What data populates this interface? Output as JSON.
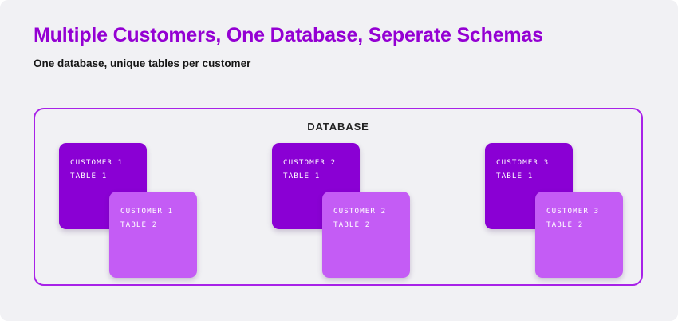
{
  "header": {
    "title": "Multiple Customers, One Database, Seperate Schemas",
    "subtitle": "One database, unique tables per customer",
    "title_color": "#9400d3",
    "subtitle_color": "#161616"
  },
  "diagram": {
    "container_label": "DATABASE",
    "container_border_color": "#a822e8",
    "background_color": "#f1f1f4",
    "primary_card_color": "#8a00d4",
    "secondary_card_color": "#c45cf5",
    "card_text_color": "#ffffff",
    "groups": [
      {
        "name": "customer-1",
        "cards": [
          {
            "customer": "CUSTOMER 1",
            "table": "TABLE 1",
            "variant": "primary"
          },
          {
            "customer": "CUSTOMER 1",
            "table": "TABLE 2",
            "variant": "secondary"
          }
        ]
      },
      {
        "name": "customer-2",
        "cards": [
          {
            "customer": "CUSTOMER 2",
            "table": "TABLE 1",
            "variant": "primary"
          },
          {
            "customer": "CUSTOMER 2",
            "table": "TABLE 2",
            "variant": "secondary"
          }
        ]
      },
      {
        "name": "customer-3",
        "cards": [
          {
            "customer": "CUSTOMER 3",
            "table": "TABLE 1",
            "variant": "primary"
          },
          {
            "customer": "CUSTOMER 3",
            "table": "TABLE 2",
            "variant": "secondary"
          }
        ]
      }
    ]
  }
}
